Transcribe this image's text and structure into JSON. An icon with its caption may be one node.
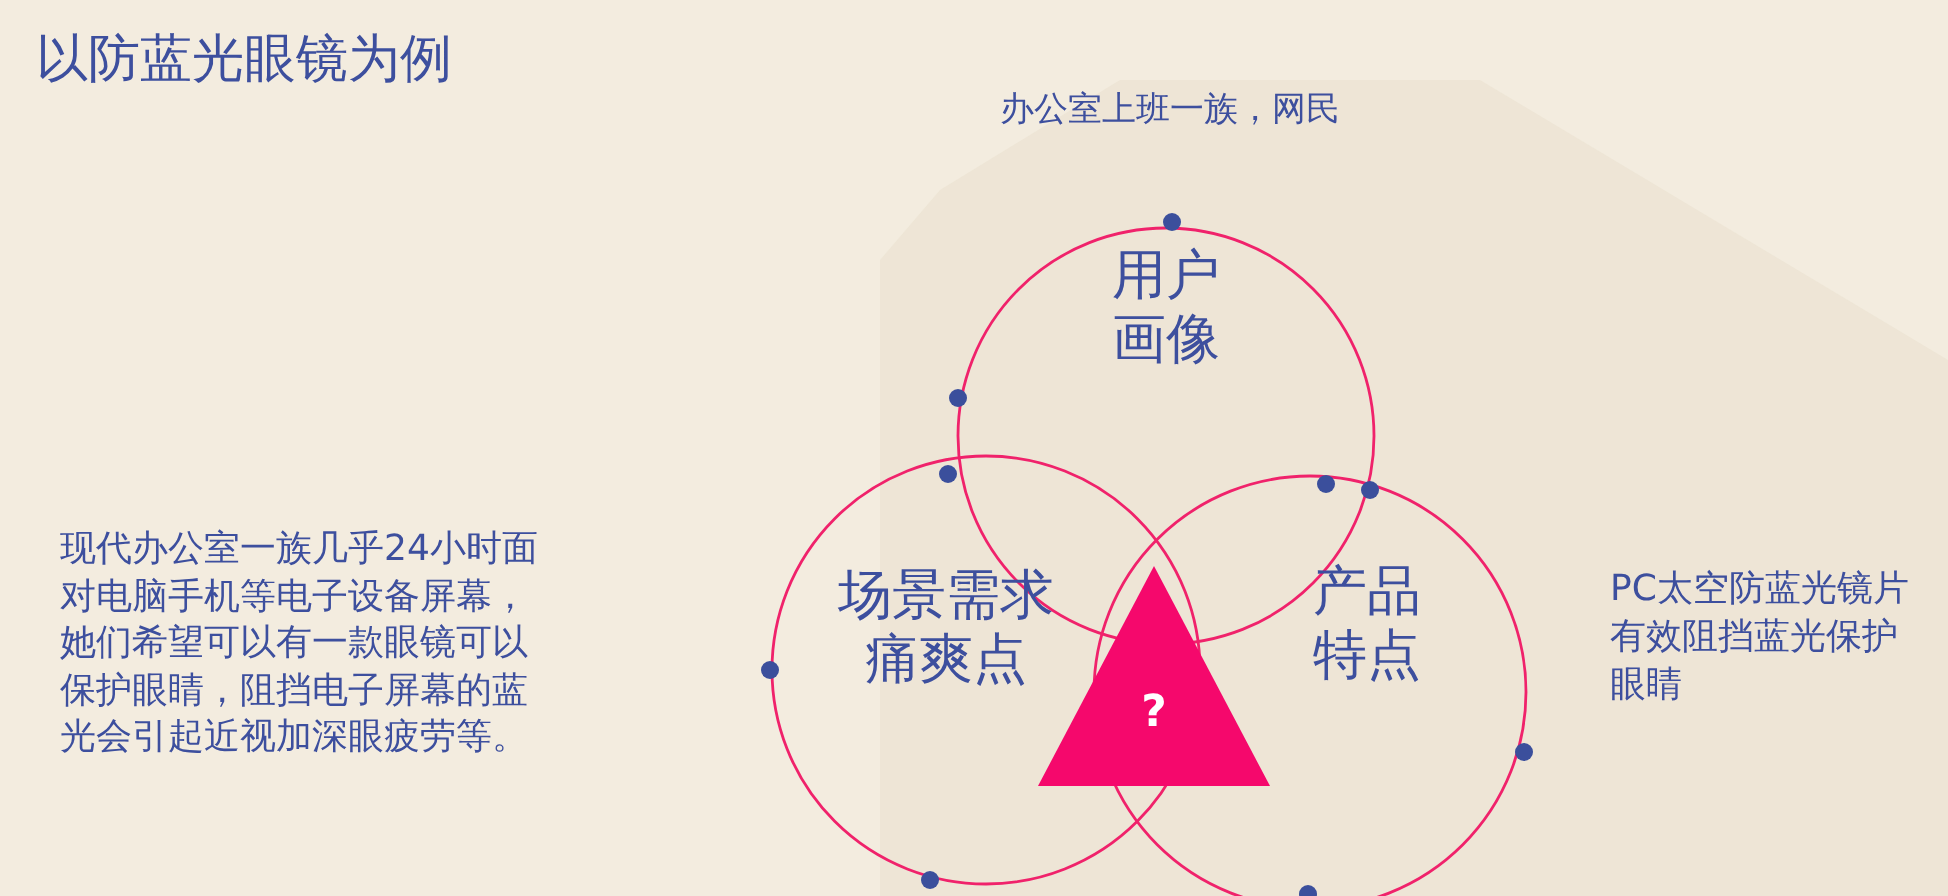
{
  "diagram": {
    "title": "以防蓝光眼镜为例",
    "nodes": [
      {
        "text": [
          "用户画像"
        ]
      },
      {
        "text": [
          "场景需求痛爽点"
        ]
      },
      {
        "text": [
          "产品特点"
        ]
      },
      {
        "text": [
          "?"
        ]
      }
    ],
    "labels": [
      "办公室上班一族，网民",
      "现代办公室一族几乎24小时面对电脑手机等电子设备屏幕，她们希望可以有一款眼镜可以保护眼睛，阻挡电子屏幕的蓝光会引起近视加深眼疲劳等。",
      "PC太空防蓝光镜片有效阻挡蓝光保护眼睛"
    ]
  }
}
